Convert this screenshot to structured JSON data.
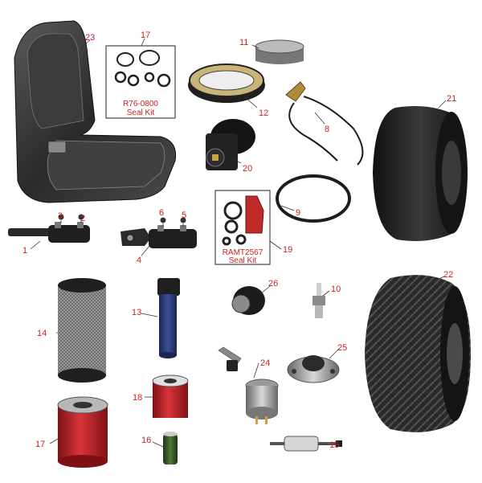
{
  "callouts": {
    "c1": "1",
    "c2": "2",
    "c3": "3",
    "c4": "4",
    "c5": "5",
    "c6": "6",
    "c8": "8",
    "c9": "9",
    "c10": "10",
    "c11": "11",
    "c12": "12",
    "c13": "13",
    "c14": "14",
    "c15": "15",
    "c16": "16",
    "c17a": "17",
    "c17b": "17",
    "c18": "18",
    "c19": "19",
    "c20": "20",
    "c21": "21",
    "c22": "22",
    "c23": "23",
    "c24": "24",
    "c25": "25",
    "c26": "26"
  },
  "kits": {
    "r76_line1": "R76-0800",
    "r76_line2": "Seal Kit",
    "ramt_line1": "RAMT2567",
    "ramt_line2": "Seal Kit"
  },
  "colors": {
    "callout": "#cc1f1f",
    "filter_red": "#c8232a",
    "tire": "#1c1c1c",
    "metal": "#9a9a9a"
  }
}
